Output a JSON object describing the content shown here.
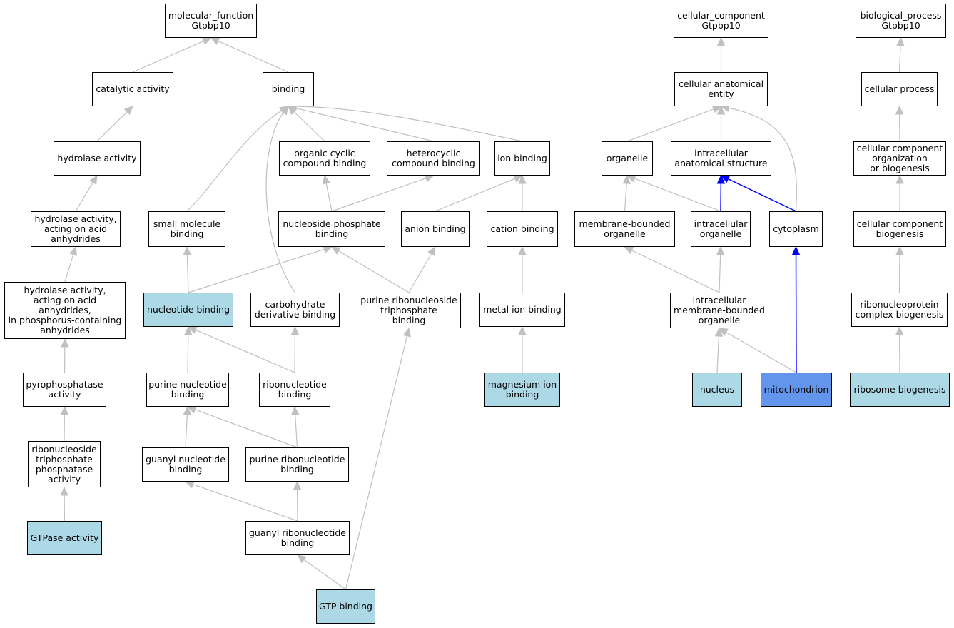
{
  "colors": {
    "edge": "#c0c0c0",
    "edge_highlight": "#0000ff",
    "node_fill": "#ffffff",
    "node_annotated": "#add8e6",
    "node_focus": "#6495ed",
    "node_border": "#000000"
  },
  "nodes": {
    "mf_root": {
      "label": "molecular_function\nGtpbp10",
      "style": "plain"
    },
    "cc_root": {
      "label": "cellular_component\nGtpbp10",
      "style": "plain"
    },
    "bp_root": {
      "label": "biological_process\nGtpbp10",
      "style": "plain"
    },
    "catalytic": {
      "label": "catalytic activity",
      "style": "plain"
    },
    "binding": {
      "label": "binding",
      "style": "plain"
    },
    "cae": {
      "label": "cellular anatomical\nentity",
      "style": "plain"
    },
    "cellproc": {
      "label": "cellular process",
      "style": "plain"
    },
    "hydrolase": {
      "label": "hydrolase activity",
      "style": "plain"
    },
    "orgcyclic": {
      "label": "organic cyclic\ncompound binding",
      "style": "plain"
    },
    "hetero": {
      "label": "heterocyclic\ncompound binding",
      "style": "plain"
    },
    "ionbind": {
      "label": "ion binding",
      "style": "plain"
    },
    "organelle": {
      "label": "organelle",
      "style": "plain"
    },
    "ias": {
      "label": "intracellular\nanatomical structure",
      "style": "plain"
    },
    "ccorg": {
      "label": "cellular component\norganization\nor biogenesis",
      "style": "plain"
    },
    "hydacid": {
      "label": "hydrolase activity,\nacting on acid\nanhydrides",
      "style": "plain"
    },
    "smallmol": {
      "label": "small molecule\nbinding",
      "style": "plain"
    },
    "nucphos": {
      "label": "nucleoside phosphate\nbinding",
      "style": "plain"
    },
    "anion": {
      "label": "anion binding",
      "style": "plain"
    },
    "cation": {
      "label": "cation binding",
      "style": "plain"
    },
    "mbo": {
      "label": "membrane-bounded\norganelle",
      "style": "plain"
    },
    "intorg": {
      "label": "intracellular\norganelle",
      "style": "plain"
    },
    "cytoplasm": {
      "label": "cytoplasm",
      "style": "plain"
    },
    "ccbio": {
      "label": "cellular component\nbiogenesis",
      "style": "plain"
    },
    "hydphos": {
      "label": "hydrolase activity,\nacting on acid\nanhydrides,\nin phosphorus-containing\nanhydrides",
      "style": "plain"
    },
    "nucbind": {
      "label": "nucleotide binding",
      "style": "annotated"
    },
    "carbo": {
      "label": "carbohydrate\nderivative binding",
      "style": "plain"
    },
    "purribtri": {
      "label": "purine ribonucleoside\ntriphosphate\nbinding",
      "style": "plain"
    },
    "metalion": {
      "label": "metal ion binding",
      "style": "plain"
    },
    "imbo": {
      "label": "intracellular\nmembrane-bounded\norganelle",
      "style": "plain"
    },
    "rnpbio": {
      "label": "ribonucleoprotein\ncomplex biogenesis",
      "style": "plain"
    },
    "pyro": {
      "label": "pyrophosphatase\nactivity",
      "style": "plain"
    },
    "purnuc": {
      "label": "purine nucleotide\nbinding",
      "style": "plain"
    },
    "ribonuc": {
      "label": "ribonucleotide\nbinding",
      "style": "plain"
    },
    "mgion": {
      "label": "magnesium ion\nbinding",
      "style": "annotated"
    },
    "nucleus": {
      "label": "nucleus",
      "style": "annotated"
    },
    "mito": {
      "label": "mitochondrion",
      "style": "focus"
    },
    "ribobio": {
      "label": "ribosome biogenesis",
      "style": "annotated"
    },
    "rntp": {
      "label": "ribonucleoside\ntriphosphate\nphosphatase\nactivity",
      "style": "plain"
    },
    "guanylnuc": {
      "label": "guanyl nucleotide\nbinding",
      "style": "plain"
    },
    "purribonuc": {
      "label": "purine ribonucleotide\nbinding",
      "style": "plain"
    },
    "gtpase": {
      "label": "GTPase activity",
      "style": "annotated"
    },
    "guanylribo": {
      "label": "guanyl ribonucleotide\nbinding",
      "style": "plain"
    },
    "gtp": {
      "label": "GTP binding",
      "style": "annotated"
    }
  },
  "edges": [
    {
      "from": "catalytic",
      "to": "mf_root"
    },
    {
      "from": "binding",
      "to": "mf_root"
    },
    {
      "from": "hydrolase",
      "to": "catalytic"
    },
    {
      "from": "hydacid",
      "to": "hydrolase"
    },
    {
      "from": "hydphos",
      "to": "hydacid"
    },
    {
      "from": "pyro",
      "to": "hydphos"
    },
    {
      "from": "rntp",
      "to": "pyro"
    },
    {
      "from": "gtpase",
      "to": "rntp"
    },
    {
      "from": "smallmol",
      "to": "binding"
    },
    {
      "from": "carbo",
      "to": "binding"
    },
    {
      "from": "orgcyclic",
      "to": "binding"
    },
    {
      "from": "hetero",
      "to": "binding"
    },
    {
      "from": "ionbind",
      "to": "binding"
    },
    {
      "from": "nucphos",
      "to": "orgcyclic"
    },
    {
      "from": "nucphos",
      "to": "hetero"
    },
    {
      "from": "anion",
      "to": "ionbind"
    },
    {
      "from": "cation",
      "to": "ionbind"
    },
    {
      "from": "nucbind",
      "to": "smallmol"
    },
    {
      "from": "nucbind",
      "to": "nucphos"
    },
    {
      "from": "purribtri",
      "to": "nucphos"
    },
    {
      "from": "purribtri",
      "to": "anion"
    },
    {
      "from": "metalion",
      "to": "cation"
    },
    {
      "from": "mgion",
      "to": "metalion"
    },
    {
      "from": "purnuc",
      "to": "nucbind"
    },
    {
      "from": "ribonuc",
      "to": "nucbind"
    },
    {
      "from": "ribonuc",
      "to": "carbo"
    },
    {
      "from": "guanylnuc",
      "to": "purnuc"
    },
    {
      "from": "purribonuc",
      "to": "purnuc"
    },
    {
      "from": "purribonuc",
      "to": "ribonuc"
    },
    {
      "from": "guanylribo",
      "to": "guanylnuc"
    },
    {
      "from": "guanylribo",
      "to": "purribonuc"
    },
    {
      "from": "gtp",
      "to": "guanylribo"
    },
    {
      "from": "gtp",
      "to": "purribtri"
    },
    {
      "from": "cae",
      "to": "cc_root"
    },
    {
      "from": "organelle",
      "to": "cae"
    },
    {
      "from": "ias",
      "to": "cae"
    },
    {
      "from": "cytoplasm",
      "to": "cae"
    },
    {
      "from": "mbo",
      "to": "organelle"
    },
    {
      "from": "intorg",
      "to": "organelle"
    },
    {
      "from": "intorg",
      "to": "ias",
      "highlight": true
    },
    {
      "from": "cytoplasm",
      "to": "ias",
      "highlight": true
    },
    {
      "from": "imbo",
      "to": "mbo"
    },
    {
      "from": "imbo",
      "to": "intorg"
    },
    {
      "from": "nucleus",
      "to": "imbo"
    },
    {
      "from": "mito",
      "to": "imbo"
    },
    {
      "from": "mito",
      "to": "cytoplasm",
      "highlight": true
    },
    {
      "from": "cellproc",
      "to": "bp_root"
    },
    {
      "from": "ccorg",
      "to": "cellproc"
    },
    {
      "from": "ccbio",
      "to": "ccorg"
    },
    {
      "from": "rnpbio",
      "to": "ccbio"
    },
    {
      "from": "ribobio",
      "to": "rnpbio"
    }
  ]
}
